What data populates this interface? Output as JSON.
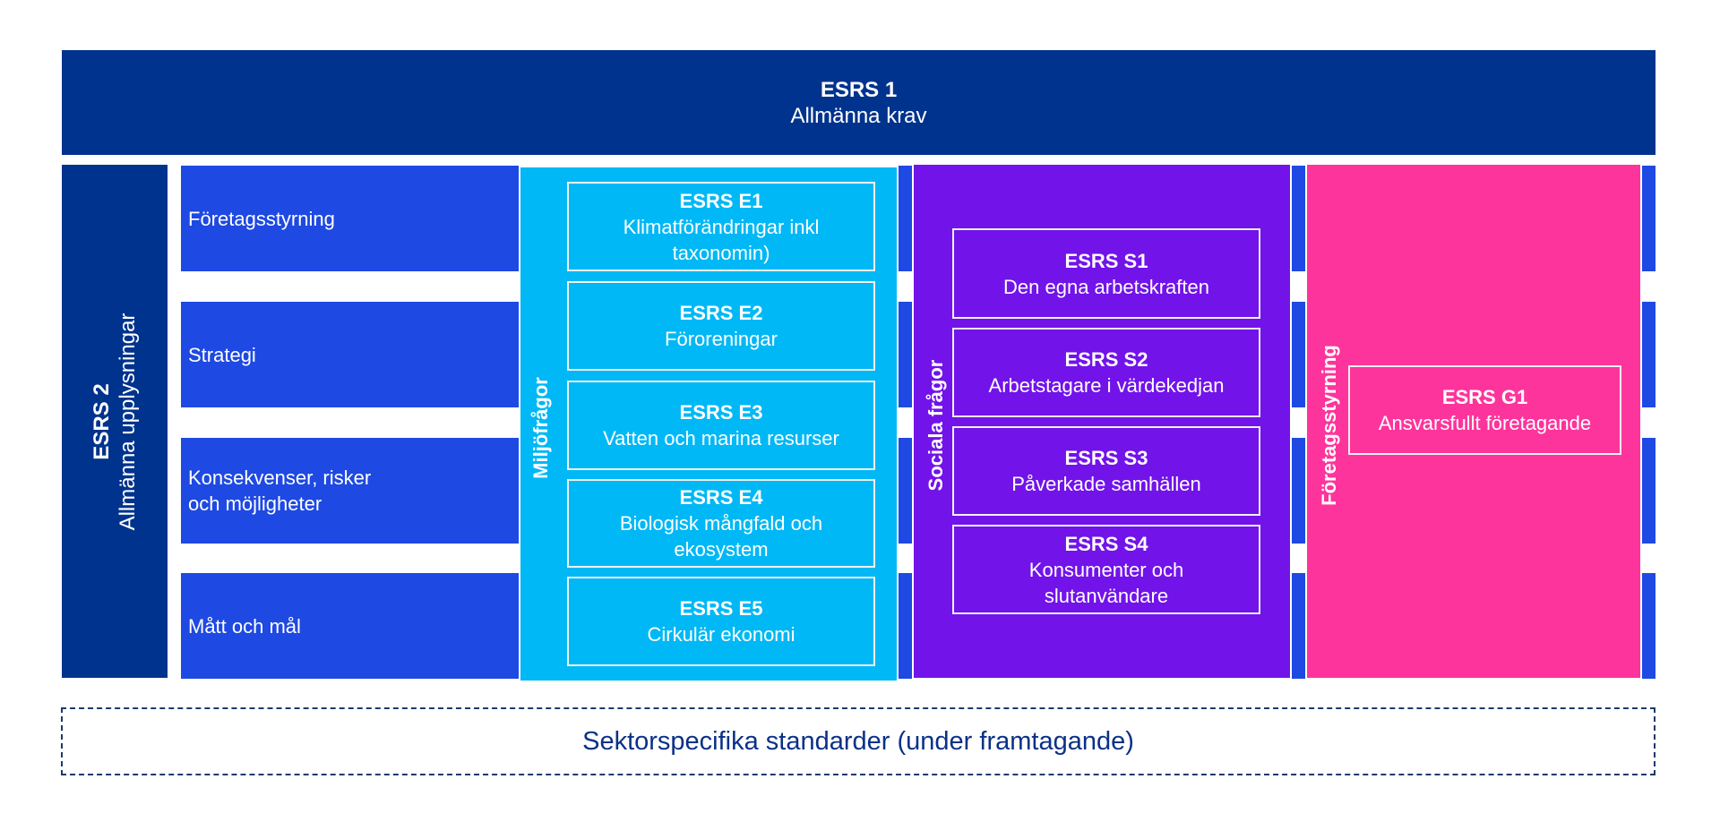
{
  "colors": {
    "dark_navy": "#00338d",
    "royal_blue": "#1e49e2",
    "cyan": "#00b8f5",
    "purple": "#7213ea",
    "pink": "#fd349c",
    "footer_text": "#0a3187"
  },
  "esrs1": {
    "code": "ESRS 1",
    "title": "Allmänna krav"
  },
  "esrs2": {
    "code": "ESRS 2",
    "title": "Allmänna upplysningar"
  },
  "rows": [
    {
      "label": "Företagsstyrning"
    },
    {
      "label": "Strategi"
    },
    {
      "label": "Konsekvenser, risker och möjligheter"
    },
    {
      "label": "Mått och mål"
    }
  ],
  "environment": {
    "heading": "Miljöfrågor",
    "standards": [
      {
        "code": "ESRS E1",
        "title": "Klimatförändringar inkl taxonomin)"
      },
      {
        "code": "ESRS E2",
        "title": "Föroreningar"
      },
      {
        "code": "ESRS E3",
        "title": "Vatten och marina resurser"
      },
      {
        "code": "ESRS E4",
        "title": "Biologisk mångfald och ekosystem"
      },
      {
        "code": "ESRS E5",
        "title": "Cirkulär ekonomi"
      }
    ]
  },
  "social": {
    "heading": "Sociala frågor",
    "standards": [
      {
        "code": "ESRS S1",
        "title": "Den egna arbetskraften"
      },
      {
        "code": "ESRS S2",
        "title": "Arbetstagare i värdekedjan"
      },
      {
        "code": "ESRS S3",
        "title": "Påverkade samhällen"
      },
      {
        "code": "ESRS S4",
        "title": "Konsumenter och slutanvändare"
      }
    ]
  },
  "governance": {
    "heading": "Företagsstyrning",
    "standards": [
      {
        "code": "ESRS G1",
        "title": "Ansvarsfullt företagande"
      }
    ]
  },
  "sector": {
    "label": "Sektorspecifika standarder (under framtagande)"
  }
}
